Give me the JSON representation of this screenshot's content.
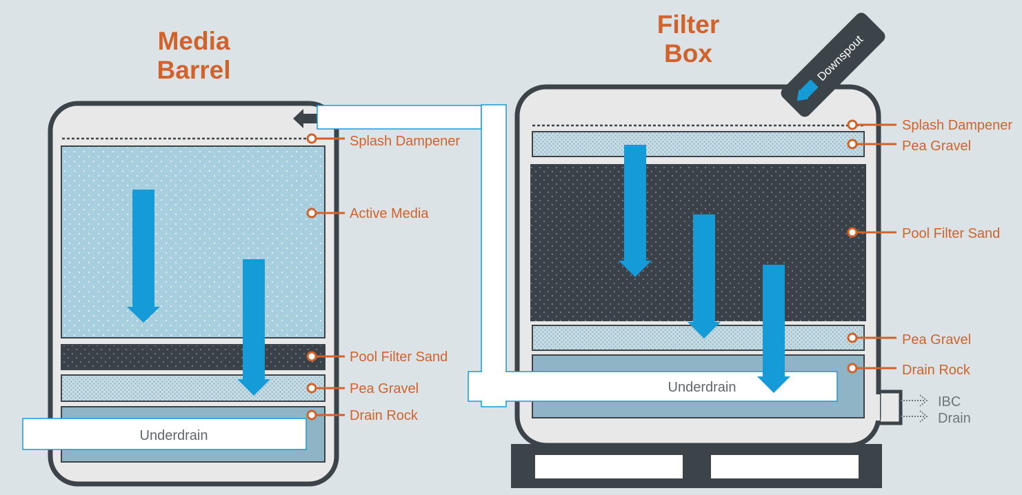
{
  "media_barrel": {
    "title_line1": "Media",
    "title_line2": "Barrel",
    "labels": {
      "splash_dampener": "Splash Dampener",
      "active_media": "Active Media",
      "pool_filter_sand": "Pool Filter Sand",
      "pea_gravel": "Pea Gravel",
      "drain_rock": "Drain Rock"
    },
    "underdrain": "Underdrain"
  },
  "filter_box": {
    "title_line1": "Filter",
    "title_line2": "Box",
    "downspout": "Downspout",
    "labels": {
      "splash_dampener": "Splash Dampener",
      "pea_gravel_top": "Pea Gravel",
      "pool_filter_sand": "Pool Filter Sand",
      "pea_gravel_bottom": "Pea Gravel",
      "drain_rock": "Drain Rock"
    },
    "underdrain": "Underdrain",
    "outlet_line1": "IBC",
    "outlet_line2": "Drain"
  },
  "colors": {
    "accent_orange": "#d2622a",
    "flow_blue": "#149bd8",
    "container_outline": "#3c4349",
    "container_fill": "#e8e8e8",
    "active_media": "#a8cfdd",
    "sand": "#3b4148",
    "gravel": "#c3dbe4",
    "drain_rock": "#8fb4c5",
    "background": "#dce3e7"
  }
}
